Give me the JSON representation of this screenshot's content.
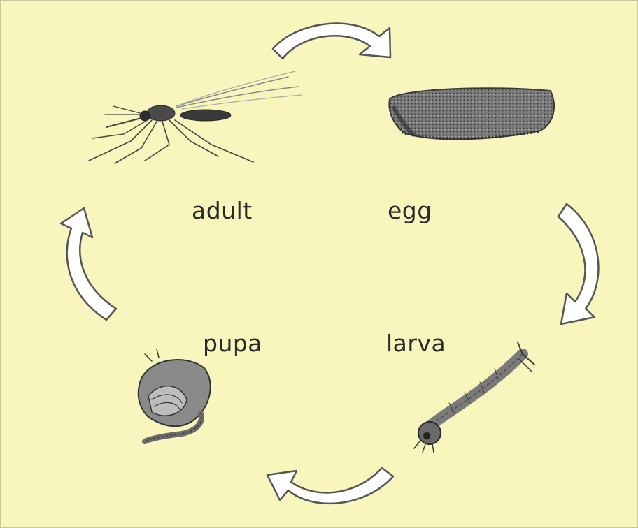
{
  "stages": {
    "adult": "adult",
    "egg": "egg",
    "larva": "larva",
    "pupa": "pupa"
  },
  "colors": {
    "background": "#f8f5bd",
    "arrow_fill": "#ffffff",
    "arrow_stroke": "#555555"
  }
}
